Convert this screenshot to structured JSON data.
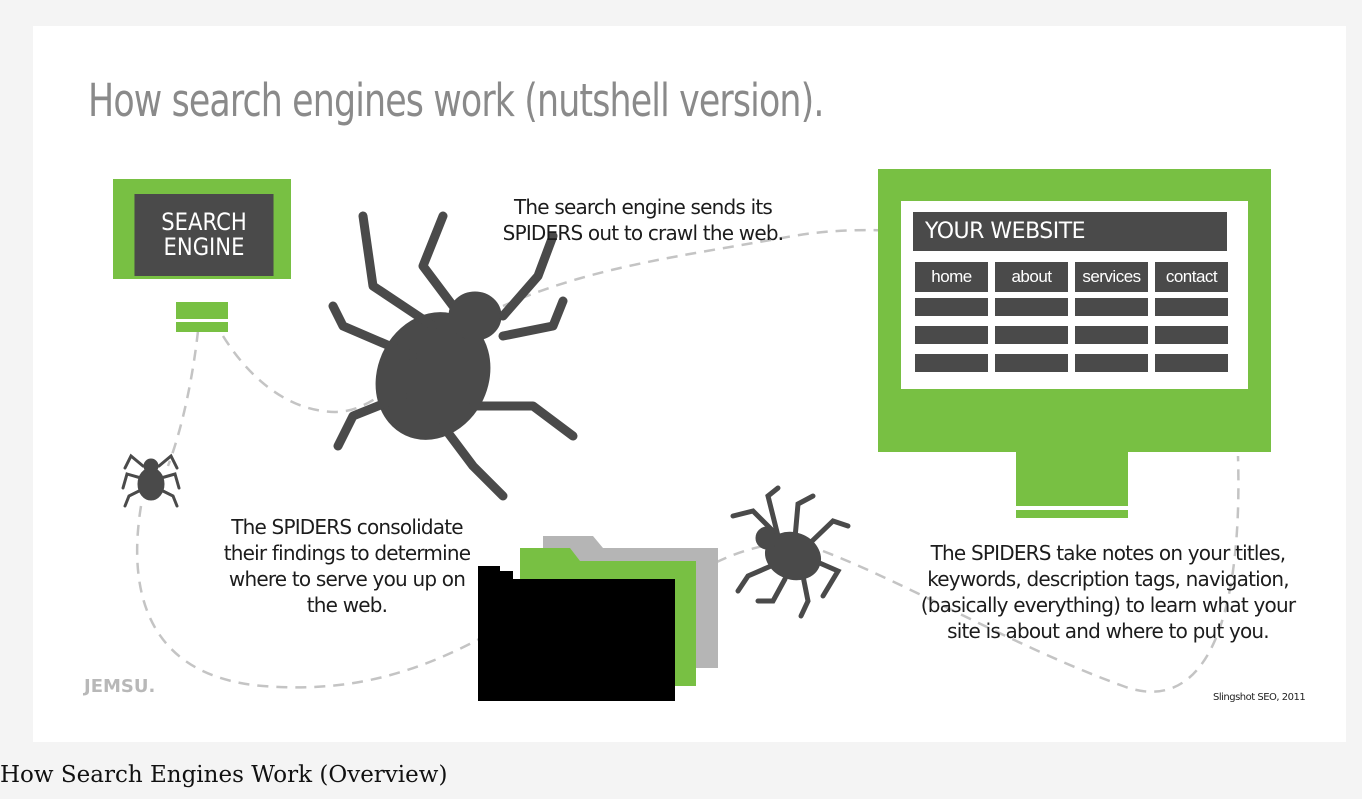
{
  "title": "How search engines work (nutshell version).",
  "search_engine": {
    "label": "SEARCH ENGINE"
  },
  "website": {
    "title": "YOUR WEBSITE",
    "nav": [
      "home",
      "about",
      "services",
      "contact"
    ]
  },
  "captions": {
    "spiders_out": "The search engine sends its SPIDERS out to crawl the web.",
    "consolidate": "The SPIDERS consolidate their findings to determine where to serve you up on the web.",
    "notes": "The SPIDERS take notes on your titles, keywords, description tags, navigation, (basically everything) to learn what your site is about and where to put you."
  },
  "logo": "JEMSU.",
  "credit": "Slingshot SEO, 2011",
  "figure_caption": "How Search Engines Work (Overview)",
  "colors": {
    "green": "#78c043",
    "dark": "#4a4a4a",
    "title_gray": "#8a8a8a",
    "folder_gray": "#b5b5b5",
    "folder_black": "#000000"
  },
  "icons": [
    "monitor-icon",
    "spider-icon",
    "folder-icon"
  ]
}
